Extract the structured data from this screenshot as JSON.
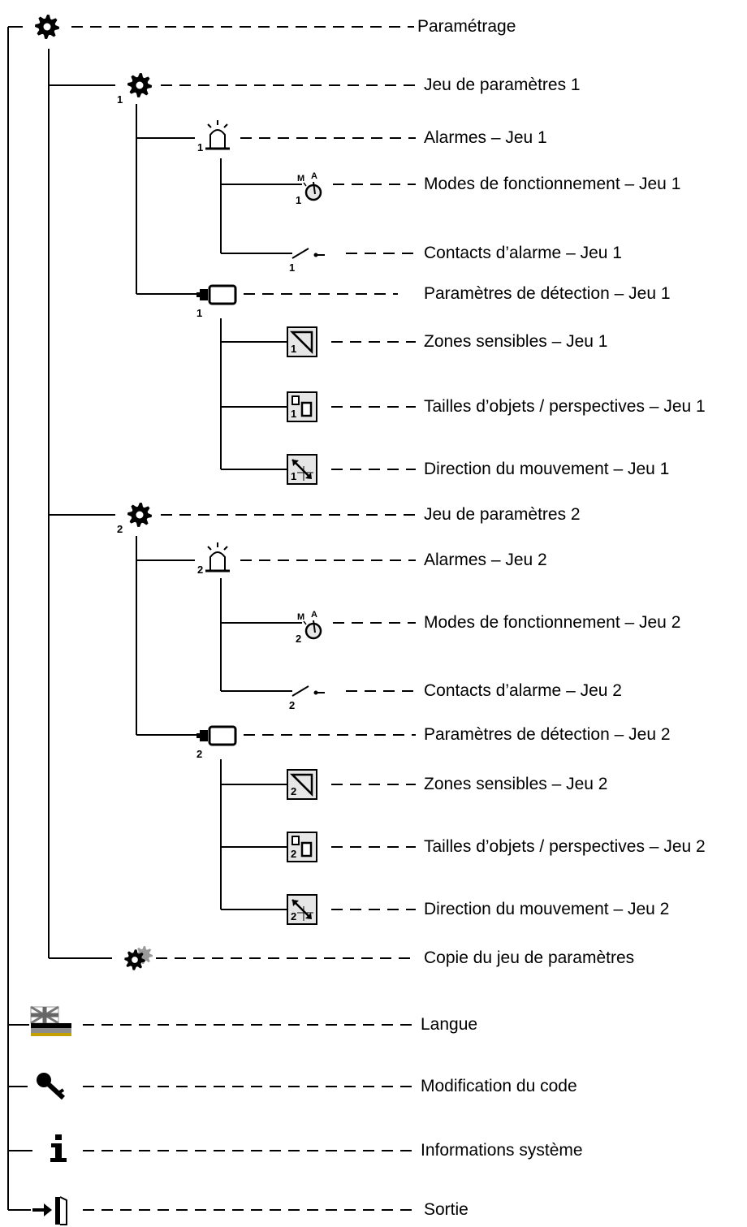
{
  "menu": {
    "items": [
      {
        "id": "parametrage",
        "label": "Paramétrage",
        "icon": "gear-icon"
      },
      {
        "id": "jeu1",
        "label": "Jeu de paramètres 1",
        "icon": "gear-icon",
        "index": "1"
      },
      {
        "id": "alarmes1",
        "label": "Alarmes – Jeu 1",
        "icon": "alarm-beacon-icon",
        "index": "1"
      },
      {
        "id": "modes1",
        "label": "Modes de fonctionnement – Jeu 1",
        "icon": "operating-mode-icon",
        "index": "1",
        "mode_marks": [
          "M",
          "A"
        ]
      },
      {
        "id": "contacts1",
        "label": "Contacts d’alarme – Jeu 1",
        "icon": "alarm-contact-icon",
        "index": "1"
      },
      {
        "id": "detection1",
        "label": "Paramètres de détection – Jeu 1",
        "icon": "camera-icon",
        "index": "1"
      },
      {
        "id": "zones1",
        "label": "Zones sensibles – Jeu 1",
        "icon": "sensitive-zone-icon",
        "index": "1"
      },
      {
        "id": "tailles1",
        "label": "Tailles d’objets / perspectives – Jeu 1",
        "icon": "object-size-icon",
        "index": "1"
      },
      {
        "id": "direction1",
        "label": "Direction du mouvement – Jeu 1",
        "icon": "motion-direction-icon",
        "index": "1"
      },
      {
        "id": "jeu2",
        "label": "Jeu de paramètres 2",
        "icon": "gear-icon",
        "index": "2"
      },
      {
        "id": "alarmes2",
        "label": "Alarmes – Jeu 2",
        "icon": "alarm-beacon-icon",
        "index": "2"
      },
      {
        "id": "modes2",
        "label": "Modes de fonctionnement – Jeu 2",
        "icon": "operating-mode-icon",
        "index": "2",
        "mode_marks": [
          "M",
          "A"
        ]
      },
      {
        "id": "contacts2",
        "label": "Contacts d’alarme – Jeu 2",
        "icon": "alarm-contact-icon",
        "index": "2"
      },
      {
        "id": "detection2",
        "label": "Paramètres de détection – Jeu 2",
        "icon": "camera-icon",
        "index": "2"
      },
      {
        "id": "zones2",
        "label": "Zones sensibles – Jeu 2",
        "icon": "sensitive-zone-icon",
        "index": "2"
      },
      {
        "id": "tailles2",
        "label": "Tailles d’objets / perspectives – Jeu 2",
        "icon": "object-size-icon",
        "index": "2"
      },
      {
        "id": "direction2",
        "label": "Direction du mouvement – Jeu 2",
        "icon": "motion-direction-icon",
        "index": "2"
      },
      {
        "id": "copie",
        "label": "Copie du jeu de paramètres",
        "icon": "gear-copy-icon"
      },
      {
        "id": "langue",
        "label": "Langue",
        "icon": "language-flag-icon"
      },
      {
        "id": "code",
        "label": "Modification du code",
        "icon": "key-icon"
      },
      {
        "id": "infos",
        "label": "Informations système",
        "icon": "info-icon"
      },
      {
        "id": "sortie",
        "label": "Sortie",
        "icon": "exit-door-icon"
      }
    ]
  },
  "colors": {
    "line": "#000000",
    "icon_fill": "#000000",
    "icon_box": "#e6e6e6",
    "gear_copy_shadow": "#9a9a9a",
    "flag_band": "#8c8c8c"
  }
}
